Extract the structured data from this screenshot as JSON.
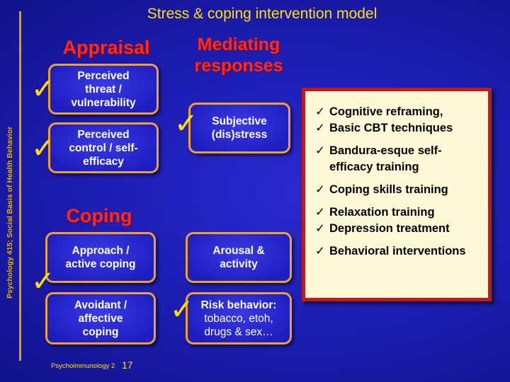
{
  "title": "Stress & coping intervention model",
  "sidebar_text": "Psychology 415; Social Basis of Health Behavior",
  "headings": {
    "appraisal": "Appraisal",
    "mediating_line1": "Mediating",
    "mediating_line2": "responses",
    "coping": "Coping"
  },
  "boxes": {
    "perceived_threat": [
      "Perceived",
      "threat /",
      "vulnerability"
    ],
    "perceived_control": [
      "Perceived",
      "control / self-",
      "efficacy"
    ],
    "subjective_distress": [
      "Subjective",
      "(dis)stress"
    ],
    "approach": [
      "Approach /",
      "active coping"
    ],
    "avoidant": [
      "Avoidant /",
      "affective",
      "coping"
    ],
    "arousal": [
      "Arousal &",
      "activity"
    ],
    "risk_title": "Risk behavior:",
    "risk_lines": [
      "tobacco, etoh,",
      "drugs & sex…"
    ]
  },
  "check_glyph": "✓",
  "interventions": [
    "Cognitive reframing,",
    "Basic CBT techniques",
    "Bandura-esque self-efficacy training",
    "Coping skills training",
    "Relaxation training",
    "Depression treatment",
    "Behavioral interventions"
  ],
  "footer": {
    "text": "Psychoimmunology 2",
    "page": "17"
  },
  "colors": {
    "background": "#1c1cb0",
    "title": "#ffe100",
    "heading": "#ff2a1a",
    "box_border": "#f0a030",
    "panel_bg": "#fff8d6",
    "panel_border": "#c01a1a"
  }
}
